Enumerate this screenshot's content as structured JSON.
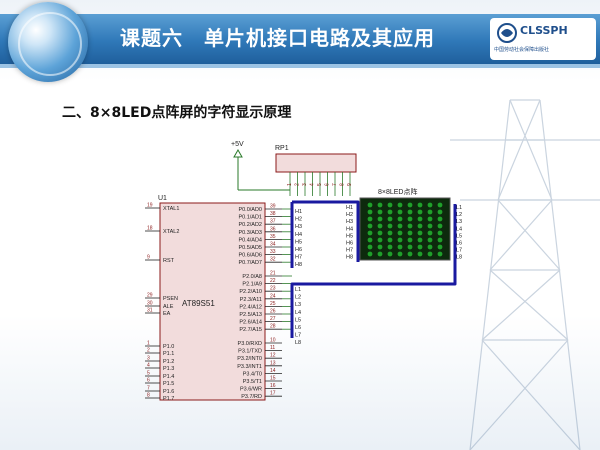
{
  "header": {
    "title": "课题六　单片机接口电路及其应用",
    "logo_text": "CLSSPH",
    "logo_sub": "中国劳动社会保障出版社"
  },
  "subtitle": "二、8×8LED点阵屏的字符显示原理",
  "circuit": {
    "power": "+5V",
    "resistor": "RP1",
    "resistor_pins": [
      "1",
      "2",
      "3",
      "4",
      "5",
      "6",
      "7",
      "8",
      "9"
    ],
    "chip_ref": "U1",
    "chip_name": "AT89S51",
    "matrix_title": "8×8LED点阵",
    "left_pins": [
      {
        "num": "19",
        "name": "XTAL1"
      },
      {
        "num": "18",
        "name": "XTAL2"
      },
      {
        "num": "9",
        "name": "RST"
      },
      {
        "num": "29",
        "name": "PSEN"
      },
      {
        "num": "30",
        "name": "ALE"
      },
      {
        "num": "31",
        "name": "EA"
      },
      {
        "num": "1",
        "name": "P1.0"
      },
      {
        "num": "2",
        "name": "P1.1"
      },
      {
        "num": "3",
        "name": "P1.2"
      },
      {
        "num": "4",
        "name": "P1.3"
      },
      {
        "num": "5",
        "name": "P1.4"
      },
      {
        "num": "6",
        "name": "P1.5"
      },
      {
        "num": "7",
        "name": "P1.6"
      },
      {
        "num": "8",
        "name": "P1.7"
      }
    ],
    "p0_pins": [
      {
        "num": "39",
        "name": "P0.0/AD0"
      },
      {
        "num": "38",
        "name": "P0.1/AD1"
      },
      {
        "num": "37",
        "name": "P0.2/AD2"
      },
      {
        "num": "36",
        "name": "P0.3/AD3"
      },
      {
        "num": "35",
        "name": "P0.4/AD4"
      },
      {
        "num": "34",
        "name": "P0.5/AD5"
      },
      {
        "num": "33",
        "name": "P0.6/AD6"
      },
      {
        "num": "32",
        "name": "P0.7/AD7"
      }
    ],
    "p2_pins": [
      {
        "num": "21",
        "name": "P2.0/A8"
      },
      {
        "num": "22",
        "name": "P2.1/A9"
      },
      {
        "num": "23",
        "name": "P2.2/A10"
      },
      {
        "num": "24",
        "name": "P2.3/A11"
      },
      {
        "num": "25",
        "name": "P2.4/A12"
      },
      {
        "num": "26",
        "name": "P2.5/A13"
      },
      {
        "num": "27",
        "name": "P2.6/A14"
      },
      {
        "num": "28",
        "name": "P2.7/A15"
      }
    ],
    "p3_pins": [
      {
        "num": "10",
        "name": "P3.0/RXD"
      },
      {
        "num": "11",
        "name": "P3.1/TXD"
      },
      {
        "num": "12",
        "name": "P3.2/INT0"
      },
      {
        "num": "13",
        "name": "P3.3/INT1"
      },
      {
        "num": "14",
        "name": "P3.4/T0"
      },
      {
        "num": "15",
        "name": "P3.5/T1"
      },
      {
        "num": "16",
        "name": "P3.6/WR"
      },
      {
        "num": "17",
        "name": "P3.7/RD"
      }
    ],
    "h_labels": [
      "H1",
      "H2",
      "H3",
      "H4",
      "H5",
      "H6",
      "H7",
      "H8"
    ],
    "l_labels": [
      "L1",
      "L2",
      "L3",
      "L4",
      "L5",
      "L6",
      "L7",
      "L8"
    ]
  },
  "colors": {
    "header": "#2f78b8",
    "bus": "#1a1aa0",
    "chip_fill": "#f2dcdc",
    "chip_border": "#8b1a1a",
    "led": "#1fa02a",
    "led_bg": "#0d2a0d",
    "wire": "#2a7a2a"
  }
}
